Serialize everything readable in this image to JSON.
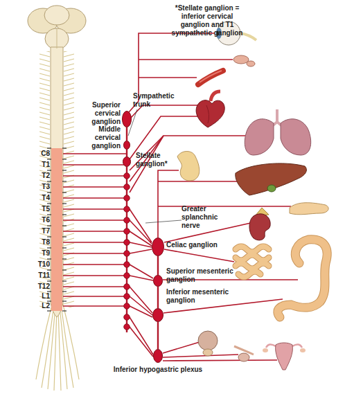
{
  "diagram": {
    "nodes": [
      {
        "text": [
          "Superior cervical ganglion"
        ]
      },
      {
        "text": [
          "Middle cervical ganglion"
        ]
      },
      {
        "text": [
          "Stellate ganglion*"
        ]
      },
      {
        "text": [
          "Celiac ganglion"
        ]
      },
      {
        "text": [
          "Superior mesenteric ganglion"
        ]
      },
      {
        "text": [
          "Inferior mesenteric ganglion"
        ]
      },
      {
        "text": [
          "Inferior hypogastric plexus"
        ]
      }
    ],
    "edges": [
      {
        "from": 0,
        "to": 1,
        "arrow": "none"
      },
      {
        "from": 1,
        "to": 2,
        "arrow": "none"
      },
      {
        "from": 3,
        "to": 4,
        "arrow": "none"
      },
      {
        "from": 4,
        "to": 5,
        "arrow": "none"
      },
      {
        "from": 5,
        "to": 6,
        "arrow": "none"
      }
    ],
    "labels": [
      "*Stellate ganglion = inferior cervical ganglion and T1 sympathetic ganglion",
      "Sympathetic trunk",
      "Greater splanchnic nerve",
      "C8",
      "T1",
      "T2",
      "T3",
      "T4",
      "T5",
      "T6",
      "T7",
      "T8",
      "T9",
      "T10",
      "T11",
      "T12",
      "L1",
      "L2"
    ]
  }
}
